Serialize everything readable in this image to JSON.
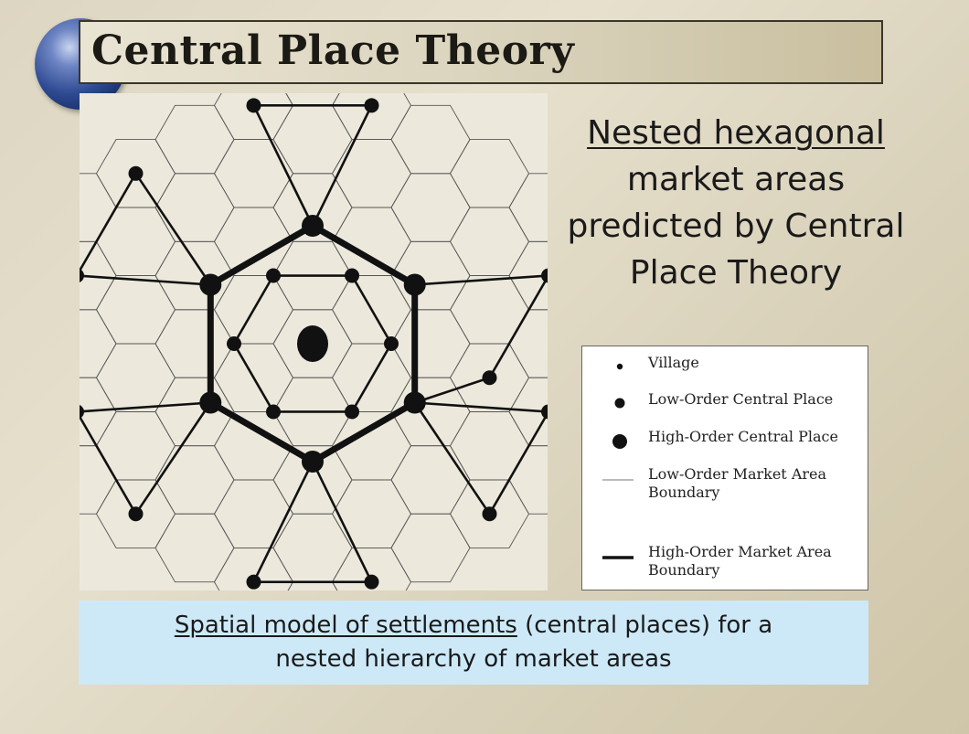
{
  "slide": {
    "title": "Central Place Theory"
  },
  "caption": {
    "underlined": "Nested hexagonal",
    "rest": "market areas predicted by Central Place Theory"
  },
  "legend": {
    "items": [
      {
        "symbol": "small-dot",
        "label": "Village"
      },
      {
        "symbol": "medium-dot",
        "label": "Low-Order Central Place"
      },
      {
        "symbol": "large-dot",
        "label": "High-Order Central Place"
      },
      {
        "symbol": "thin-line",
        "label": "Low-Order Market Area Boundary"
      },
      {
        "symbol": "thick-line",
        "label": "High-Order Market Area Boundary"
      }
    ]
  },
  "bottom": {
    "underlined": "Spatial model of settlements",
    "rest_line1": " (central places) for a",
    "line2": "nested hierarchy of market areas"
  },
  "colors": {
    "diagram_background": "#ece9dc",
    "grid_line": "#555555",
    "network_line": "#111111",
    "bottom_box": "#cde9f8"
  }
}
